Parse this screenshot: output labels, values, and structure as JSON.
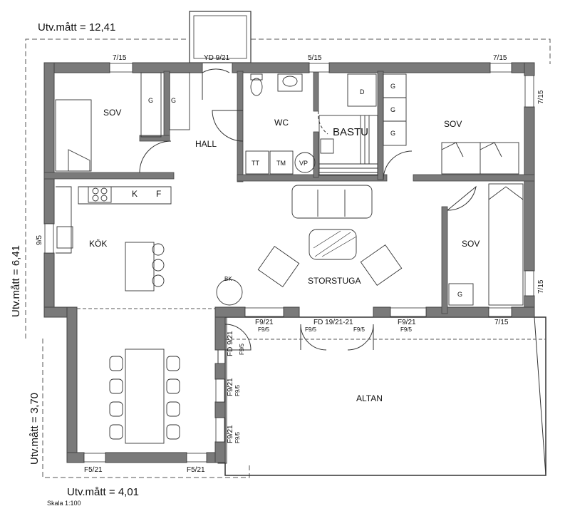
{
  "dimensions": {
    "top": "Utv.mått = 12,41",
    "left_upper": "Utv.mått = 6,41",
    "left_lower": "Utv.mått = 3,70",
    "bottom": "Utv.mått = 4,01"
  },
  "scale": "Skala 1:100",
  "rooms": {
    "sov_nw": "SOV",
    "hall": "HALL",
    "wc": "WC",
    "bastu": "BASTU",
    "sov_ne": "SOV",
    "kok": "KÖK",
    "storstuga": "STORSTUGA",
    "sov_e": "SOV",
    "altan": "ALTAN"
  },
  "fixtures": {
    "g": "G",
    "d": "D",
    "tt": "TT",
    "tm": "TM",
    "vp": "VP",
    "k": "K",
    "f": "F",
    "bk": "BK"
  },
  "openings": {
    "w_7_15": "7/15",
    "yd": "YD 9/21",
    "w_5_15": "5/15",
    "w_9_5": "9/5",
    "f9_21": "F9/21",
    "f9_5": "F9/5",
    "fd_19": "FD 19/21-21",
    "fd_9": "FD 9/21",
    "f5_21": "F5/21"
  },
  "colors": {
    "wall": "#7a7a7a",
    "line": "#222222"
  }
}
